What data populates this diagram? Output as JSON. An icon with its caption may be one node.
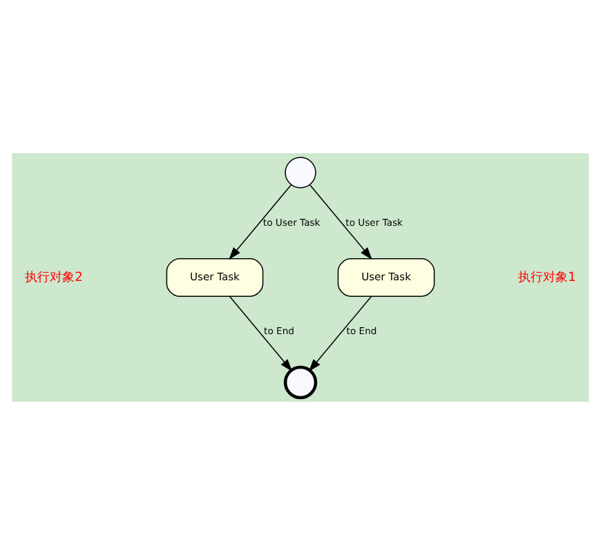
{
  "diagram": {
    "nodes": [
      {
        "text": [],
        "shape": "circle"
      },
      {
        "text": [
          "User Task"
        ]
      },
      {
        "text": [
          "User Task"
        ]
      },
      {
        "text": [],
        "shape": "circle"
      }
    ],
    "edges": [
      {
        "from": 0,
        "to": 1,
        "arrow": "to",
        "label": "to User Task"
      },
      {
        "from": 0,
        "to": 2,
        "arrow": "to",
        "label": "to User Task"
      },
      {
        "from": 1,
        "to": 3,
        "arrow": "to",
        "label": "to End"
      },
      {
        "from": 2,
        "to": 3,
        "arrow": "to",
        "label": "to End"
      }
    ],
    "labels": [
      "执行对象1",
      "执行对象2"
    ]
  }
}
